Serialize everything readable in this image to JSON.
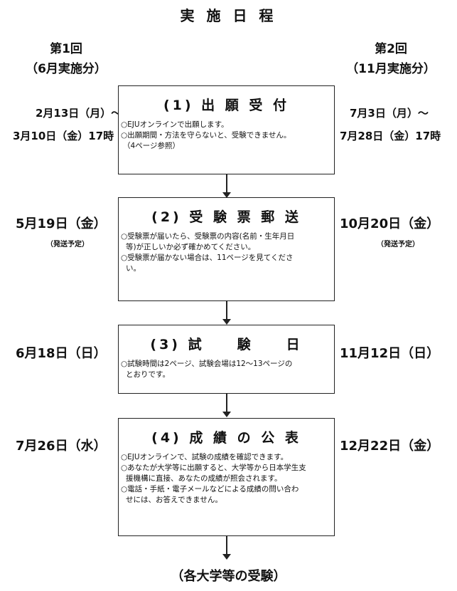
{
  "title": "実 施 日 程",
  "session1": {
    "name": "第1回",
    "period": "（6月実施分）"
  },
  "session2": {
    "name": "第2回",
    "period": "（11月実施分）"
  },
  "steps": [
    {
      "heading": "(1) 出 願 受 付",
      "s1_date_a": "2月13日（月）～",
      "s1_date_b": "3月10日（金）17時",
      "s2_date_a": "7月3日（月）～",
      "s2_date_b": "7月28日（金）17時",
      "lines": [
        "○EJUオンラインで出願します。",
        "○出願期間・方法を守らないと、受験できません。",
        "（4ページ参照）"
      ]
    },
    {
      "heading": "(2) 受 験 票 郵 送",
      "s1_date": "5月19日（金）",
      "s1_note": "（発送予定）",
      "s2_date": "10月20日（金）",
      "s2_note": "（発送予定）",
      "lines": [
        "○受験票が届いたら、受験票の内容(名前・生年月日",
        "等)が正しいか必ず確かめてください。",
        "○受験票が届かない場合は、11ページを見てくださ",
        "い。"
      ]
    },
    {
      "heading": "(3) 試　　験　　日",
      "s1_date": "6月18日（日）",
      "s2_date": "11月12日（日）",
      "lines": [
        "○試験時間は2ページ、試験会場は12～13ページの",
        "とおりです。"
      ]
    },
    {
      "heading": "(4) 成 績 の 公 表",
      "s1_date": "7月26日（水）",
      "s2_date": "12月22日（金）",
      "lines": [
        "○EJUオンラインで、試験の成績を確認できます。",
        "○あなたが大学等に出願すると、大学等から日本学生支",
        "援機構に直接、あなたの成績が照会されます。",
        "○電話・手紙・電子メールなどによる成績の問い合わ",
        "せには、お答えできません。"
      ]
    }
  ],
  "final": "（各大学等の受験）"
}
